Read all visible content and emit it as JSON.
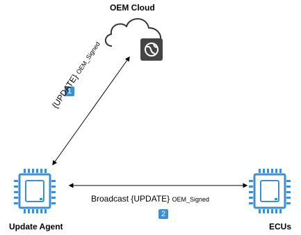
{
  "nodes": {
    "cloud": {
      "title": "OEM Cloud",
      "icon": "cloud-globe-icon"
    },
    "agent": {
      "title": "Update Agent",
      "icon": "chip-icon"
    },
    "ecus": {
      "title": "ECUs",
      "icon": "chip-icon"
    }
  },
  "edges": {
    "cloud_agent": {
      "label_main": "{UPDATE}",
      "label_sub": "OEM_Signed",
      "step": "1"
    },
    "agent_ecus": {
      "label_main": "Broadcast {UPDATE}",
      "label_sub": "OEM_Signed",
      "step": "2"
    }
  },
  "colors": {
    "chip": "#3f8ecf",
    "badge": "#3f8ecf",
    "cloud_box": "#444444",
    "line": "#000000"
  }
}
